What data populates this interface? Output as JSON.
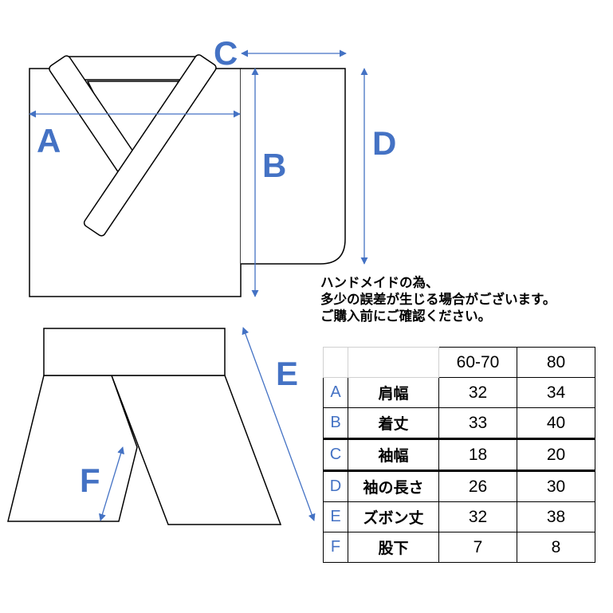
{
  "diagram": {
    "accent_color": "#4472c4",
    "line_color": "#000000",
    "labels": {
      "A": "A",
      "B": "B",
      "C": "C",
      "D": "D",
      "E": "E",
      "F": "F"
    }
  },
  "note": {
    "lines": [
      "ハンドメイドの為、",
      "多少の誤差が生じる場合がございます。",
      "ご購入前にご確認ください。"
    ]
  },
  "size_table": {
    "columns": [
      "",
      "",
      "60-70",
      "80"
    ],
    "rows": [
      {
        "key": "A",
        "name": "肩幅",
        "values": [
          "32",
          "34"
        ]
      },
      {
        "key": "B",
        "name": "着丈",
        "values": [
          "33",
          "40"
        ]
      },
      {
        "key": "C",
        "name": "袖幅",
        "values": [
          "18",
          "20"
        ]
      },
      {
        "key": "D",
        "name": "袖の長さ",
        "values": [
          "26",
          "30"
        ]
      },
      {
        "key": "E",
        "name": "ズボン丈",
        "values": [
          "32",
          "38"
        ]
      },
      {
        "key": "F",
        "name": "股下",
        "values": [
          "7",
          "8"
        ]
      }
    ]
  }
}
